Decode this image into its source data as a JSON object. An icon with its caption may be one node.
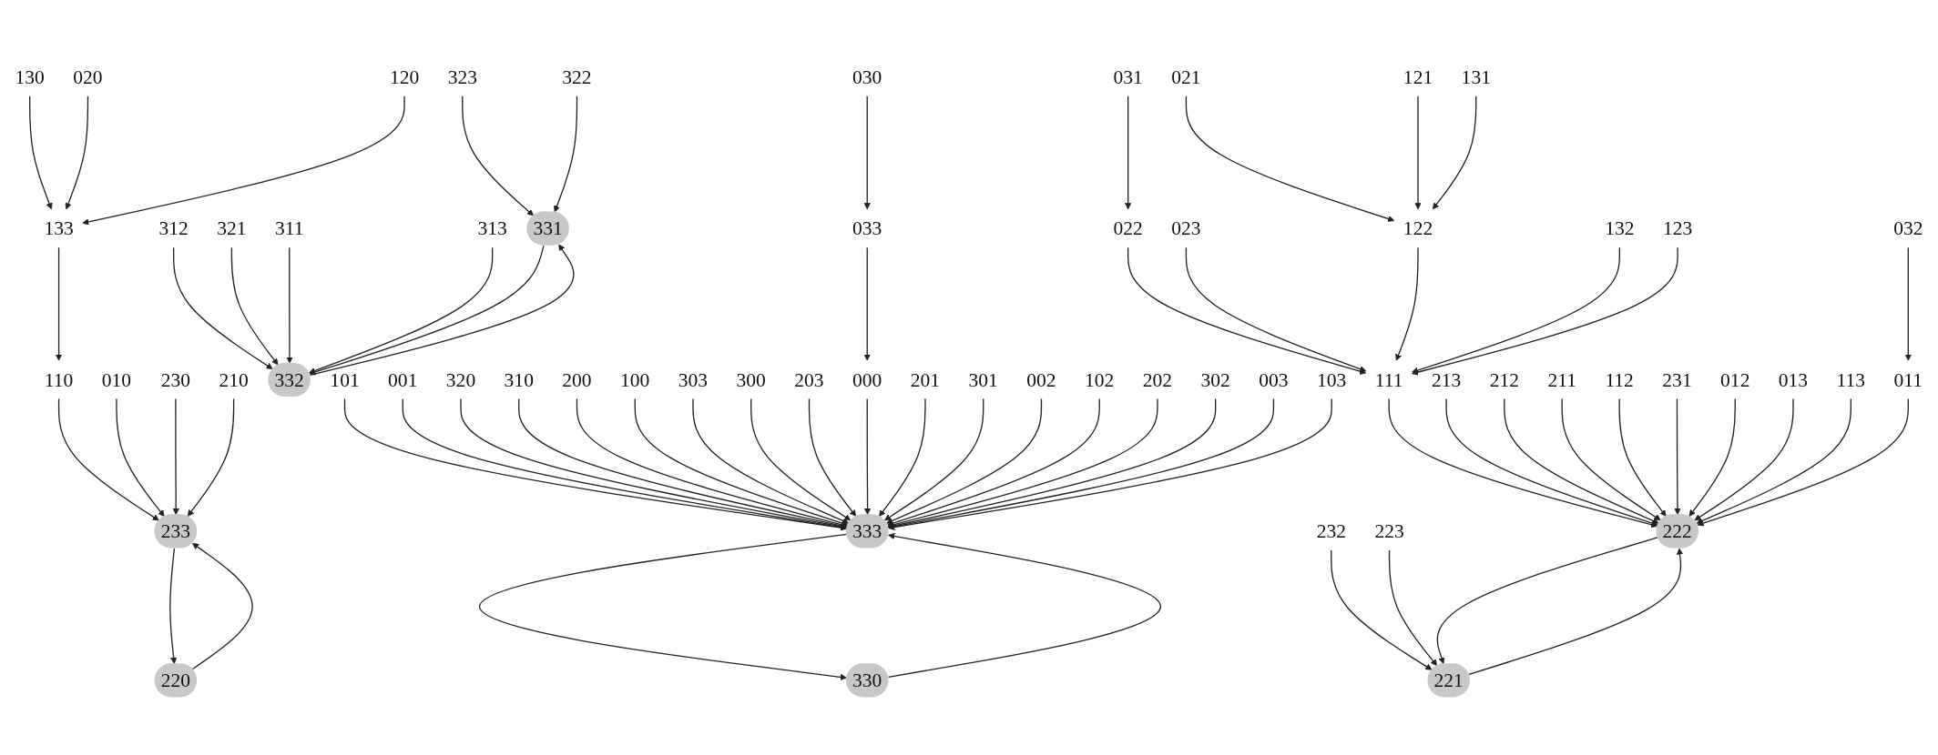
{
  "diagram": {
    "nodes": [
      {
        "text": [
          "133"
        ]
      },
      {
        "text": [
          "130"
        ]
      },
      {
        "text": [
          "020"
        ]
      },
      {
        "text": [
          "120"
        ]
      },
      {
        "text": [
          "110"
        ]
      },
      {
        "text": [
          "010"
        ]
      },
      {
        "text": [
          "230"
        ]
      },
      {
        "text": [
          "210"
        ]
      },
      {
        "text": [
          "233"
        ]
      },
      {
        "text": [
          "220"
        ]
      },
      {
        "text": [
          "312"
        ]
      },
      {
        "text": [
          "321"
        ]
      },
      {
        "text": [
          "311"
        ]
      },
      {
        "text": [
          "313"
        ]
      },
      {
        "text": [
          "332"
        ]
      },
      {
        "text": [
          "323"
        ]
      },
      {
        "text": [
          "331"
        ]
      },
      {
        "text": [
          "322"
        ]
      },
      {
        "text": [
          "030"
        ]
      },
      {
        "text": [
          "033"
        ]
      },
      {
        "text": [
          "101"
        ]
      },
      {
        "text": [
          "001"
        ]
      },
      {
        "text": [
          "320"
        ]
      },
      {
        "text": [
          "310"
        ]
      },
      {
        "text": [
          "200"
        ]
      },
      {
        "text": [
          "100"
        ]
      },
      {
        "text": [
          "303"
        ]
      },
      {
        "text": [
          "300"
        ]
      },
      {
        "text": [
          "203"
        ]
      },
      {
        "text": [
          "000"
        ]
      },
      {
        "text": [
          "201"
        ]
      },
      {
        "text": [
          "301"
        ]
      },
      {
        "text": [
          "002"
        ]
      },
      {
        "text": [
          "102"
        ]
      },
      {
        "text": [
          "202"
        ]
      },
      {
        "text": [
          "302"
        ]
      },
      {
        "text": [
          "003"
        ]
      },
      {
        "text": [
          "103"
        ]
      },
      {
        "text": [
          "333"
        ]
      },
      {
        "text": [
          "330"
        ]
      },
      {
        "text": [
          "232"
        ]
      },
      {
        "text": [
          "221"
        ]
      },
      {
        "text": [
          "223"
        ]
      },
      {
        "text": [
          "222"
        ]
      },
      {
        "text": [
          "111"
        ]
      },
      {
        "text": [
          "213"
        ]
      },
      {
        "text": [
          "212"
        ]
      },
      {
        "text": [
          "211"
        ]
      },
      {
        "text": [
          "112"
        ]
      },
      {
        "text": [
          "231"
        ]
      },
      {
        "text": [
          "012"
        ]
      },
      {
        "text": [
          "013"
        ]
      },
      {
        "text": [
          "113"
        ]
      },
      {
        "text": [
          "011"
        ]
      },
      {
        "text": [
          "022"
        ]
      },
      {
        "text": [
          "023"
        ]
      },
      {
        "text": [
          "122"
        ]
      },
      {
        "text": [
          "132"
        ]
      },
      {
        "text": [
          "123"
        ]
      },
      {
        "text": [
          "031"
        ]
      },
      {
        "text": [
          "021"
        ]
      },
      {
        "text": [
          "121"
        ]
      },
      {
        "text": [
          "131"
        ]
      },
      {
        "text": [
          "032"
        ]
      }
    ],
    "edges": [
      {
        "from": 1,
        "to": 0,
        "arrow": "to"
      },
      {
        "from": 2,
        "to": 0,
        "arrow": "to"
      },
      {
        "from": 3,
        "to": 0,
        "arrow": "to"
      },
      {
        "from": 0,
        "to": 4,
        "arrow": "to"
      },
      {
        "from": 4,
        "to": 8,
        "arrow": "to"
      },
      {
        "from": 5,
        "to": 8,
        "arrow": "to"
      },
      {
        "from": 6,
        "to": 8,
        "arrow": "to"
      },
      {
        "from": 7,
        "to": 8,
        "arrow": "to"
      },
      {
        "from": 8,
        "to": 9,
        "arrow": "to"
      },
      {
        "from": 9,
        "to": 8,
        "arrow": "to"
      },
      {
        "from": 10,
        "to": 14,
        "arrow": "to"
      },
      {
        "from": 11,
        "to": 14,
        "arrow": "to"
      },
      {
        "from": 12,
        "to": 14,
        "arrow": "to"
      },
      {
        "from": 13,
        "to": 14,
        "arrow": "to"
      },
      {
        "from": 14,
        "to": 16,
        "arrow": "to"
      },
      {
        "from": 16,
        "to": 14,
        "arrow": "to"
      },
      {
        "from": 15,
        "to": 16,
        "arrow": "to"
      },
      {
        "from": 17,
        "to": 16,
        "arrow": "to"
      },
      {
        "from": 18,
        "to": 19,
        "arrow": "to"
      },
      {
        "from": 19,
        "to": 29,
        "arrow": "to"
      },
      {
        "from": 20,
        "to": 38,
        "arrow": "to"
      },
      {
        "from": 21,
        "to": 38,
        "arrow": "to"
      },
      {
        "from": 22,
        "to": 38,
        "arrow": "to"
      },
      {
        "from": 23,
        "to": 38,
        "arrow": "to"
      },
      {
        "from": 24,
        "to": 38,
        "arrow": "to"
      },
      {
        "from": 25,
        "to": 38,
        "arrow": "to"
      },
      {
        "from": 26,
        "to": 38,
        "arrow": "to"
      },
      {
        "from": 27,
        "to": 38,
        "arrow": "to"
      },
      {
        "from": 28,
        "to": 38,
        "arrow": "to"
      },
      {
        "from": 29,
        "to": 38,
        "arrow": "to"
      },
      {
        "from": 30,
        "to": 38,
        "arrow": "to"
      },
      {
        "from": 31,
        "to": 38,
        "arrow": "to"
      },
      {
        "from": 32,
        "to": 38,
        "arrow": "to"
      },
      {
        "from": 33,
        "to": 38,
        "arrow": "to"
      },
      {
        "from": 34,
        "to": 38,
        "arrow": "to"
      },
      {
        "from": 35,
        "to": 38,
        "arrow": "to"
      },
      {
        "from": 36,
        "to": 38,
        "arrow": "to"
      },
      {
        "from": 37,
        "to": 38,
        "arrow": "to"
      },
      {
        "from": 38,
        "to": 39,
        "arrow": "to"
      },
      {
        "from": 39,
        "to": 38,
        "arrow": "to"
      },
      {
        "from": 40,
        "to": 41,
        "arrow": "to"
      },
      {
        "from": 42,
        "to": 41,
        "arrow": "to"
      },
      {
        "from": 41,
        "to": 43,
        "arrow": "to"
      },
      {
        "from": 43,
        "to": 41,
        "arrow": "to"
      },
      {
        "from": 44,
        "to": 43,
        "arrow": "to"
      },
      {
        "from": 45,
        "to": 43,
        "arrow": "to"
      },
      {
        "from": 46,
        "to": 43,
        "arrow": "to"
      },
      {
        "from": 47,
        "to": 43,
        "arrow": "to"
      },
      {
        "from": 48,
        "to": 43,
        "arrow": "to"
      },
      {
        "from": 49,
        "to": 43,
        "arrow": "to"
      },
      {
        "from": 50,
        "to": 43,
        "arrow": "to"
      },
      {
        "from": 51,
        "to": 43,
        "arrow": "to"
      },
      {
        "from": 52,
        "to": 43,
        "arrow": "to"
      },
      {
        "from": 53,
        "to": 43,
        "arrow": "to"
      },
      {
        "from": 54,
        "to": 44,
        "arrow": "to"
      },
      {
        "from": 55,
        "to": 44,
        "arrow": "to"
      },
      {
        "from": 56,
        "to": 44,
        "arrow": "to"
      },
      {
        "from": 57,
        "to": 44,
        "arrow": "to"
      },
      {
        "from": 58,
        "to": 44,
        "arrow": "to"
      },
      {
        "from": 59,
        "to": 54,
        "arrow": "to"
      },
      {
        "from": 60,
        "to": 56,
        "arrow": "to"
      },
      {
        "from": 61,
        "to": 56,
        "arrow": "to"
      },
      {
        "from": 62,
        "to": 56,
        "arrow": "to"
      },
      {
        "from": 63,
        "to": 53,
        "arrow": "to"
      }
    ]
  }
}
